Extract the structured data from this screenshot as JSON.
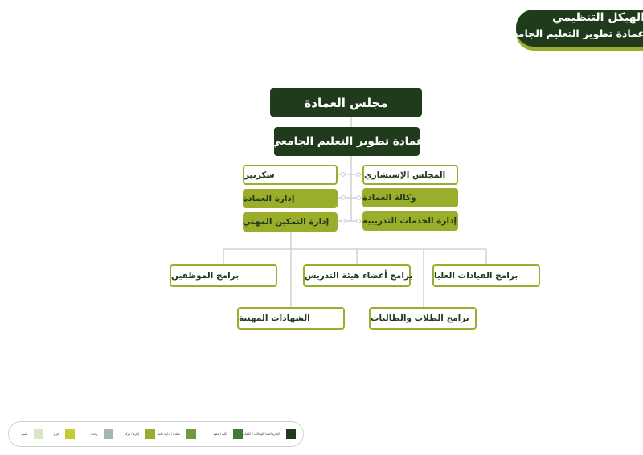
{
  "header": {
    "title": "الهيكل التنظيمي",
    "subtitle": "عمادة تطوير التعليم الجامعي"
  },
  "chart": {
    "council": "مجلس العمادة",
    "deanship": "عمادة تطوير التعليم الجامعي",
    "right_column": [
      {
        "label": "المجلس الإستشاري",
        "style": "outline"
      },
      {
        "label": "وكالة العمادة",
        "style": "olive"
      },
      {
        "label": "إدارة الخدمات التدريبية",
        "style": "olive"
      }
    ],
    "left_column": [
      {
        "label": "سكرتير",
        "style": "outline"
      },
      {
        "label": "إدارة العمادة",
        "style": "olive"
      },
      {
        "label": "إدارة التمكين المهني",
        "style": "olive"
      }
    ],
    "programs_row1": [
      {
        "label": "برامج القيادات العليا"
      },
      {
        "label": "برامج أعضاء هيئة التدريس"
      },
      {
        "label": "برامج الموظفين"
      }
    ],
    "programs_row2": [
      {
        "label": "برامج الطلاب والطالبات"
      },
      {
        "label": "الشهادات المهنية"
      }
    ]
  },
  "legend": [
    {
      "label": "الإدارة العليا /الوكالات / الكليات",
      "color": "#1f3b1c"
    },
    {
      "label": "كلية / معهد",
      "color": "#3e7a38"
    },
    {
      "label": "عمادة / إدارة عامة",
      "color": "#6f9a3e"
    },
    {
      "label": "إدارة / مركز",
      "color": "#9aae2c"
    },
    {
      "label": "وحدة",
      "color": "#a7b7aa"
    },
    {
      "label": "فرع",
      "color": "#c8cb2e"
    },
    {
      "label": "قسم",
      "color": "#d8e6c8"
    }
  ]
}
